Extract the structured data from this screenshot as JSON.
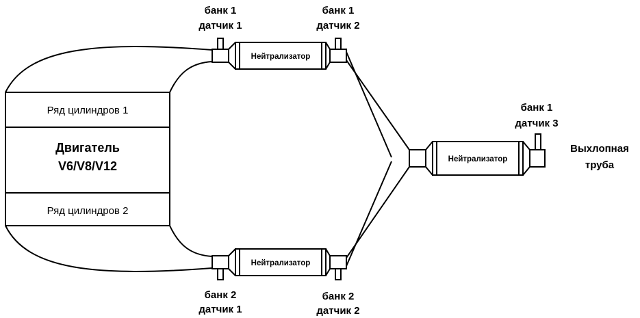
{
  "engine": {
    "row1": "Ряд цилиндров 1",
    "title_line1": "Двигатель",
    "title_line2": "V6/V8/V12",
    "row2": "Ряд цилиндров 2"
  },
  "catalysts": {
    "upper": "Нейтрализатор",
    "lower": "Нейтрализатор",
    "main": "Нейтрализатор"
  },
  "sensors": {
    "b1s1": {
      "line1": "банк 1",
      "line2": "датчик 1"
    },
    "b1s2": {
      "line1": "банк 1",
      "line2": "датчик 2"
    },
    "b2s1": {
      "line1": "банк 2",
      "line2": "датчик 1"
    },
    "b2s2": {
      "line1": "банк 2",
      "line2": "датчик 2"
    },
    "b1s3": {
      "line1": "банк 1",
      "line2": "датчик 3"
    }
  },
  "exhaust": {
    "line1": "Выхлопная",
    "line2": "труба"
  }
}
